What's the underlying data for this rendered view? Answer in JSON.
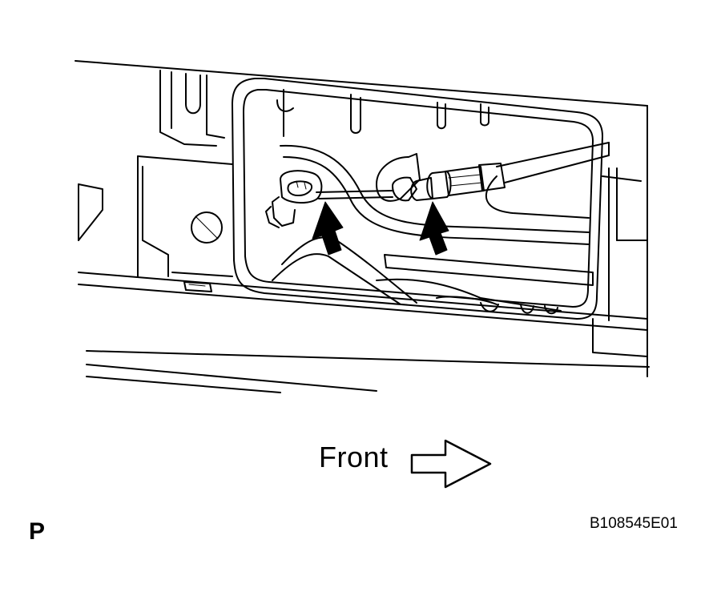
{
  "labels": {
    "direction": "Front",
    "corner_letter": "P",
    "figure_code": "B108545E01"
  },
  "icons": {
    "direction_arrow": "outline-right-arrow-icon",
    "callout_arrows": "solid-black-arrow-icon"
  },
  "colors": {
    "ink": "#000000",
    "paper": "#ffffff"
  }
}
